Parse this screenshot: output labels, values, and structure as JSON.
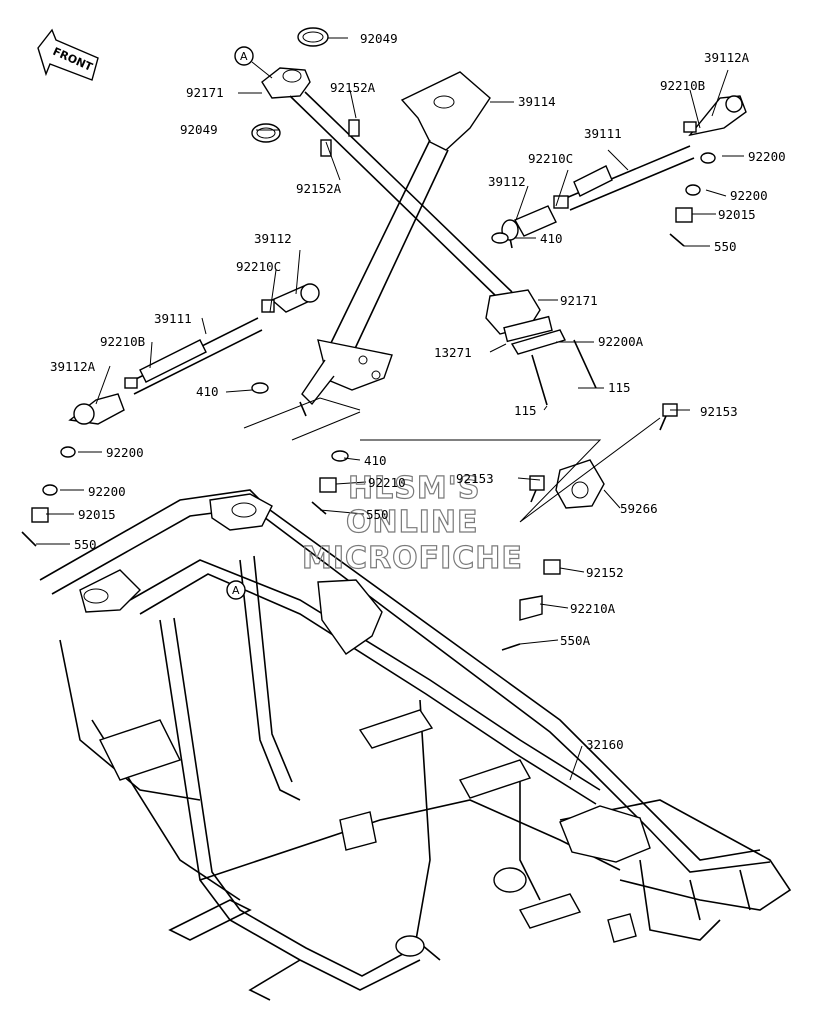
{
  "front_arrow": "FRONT",
  "callout": "A",
  "watermark": [
    "HLSM'S",
    "ONLINE",
    "MICROFICHE"
  ],
  "labels": {
    "p92049_top": "92049",
    "p92171_top": "92171",
    "p92152A_top": "92152A",
    "p92049_mid": "92049",
    "p92152A_low": "92152A",
    "p39114": "39114",
    "p39112A_r": "39112A",
    "p92210B_r": "92210B",
    "p39111_r": "39111",
    "p92200_r1": "92200",
    "p92210C_r": "92210C",
    "p92200_r2": "92200",
    "p39112_r": "39112",
    "p92015_r": "92015",
    "p550_r": "550",
    "p410_r": "410",
    "p92171_r": "92171",
    "p13271": "13271",
    "p92200A": "92200A",
    "p115_a": "115",
    "p115_b": "115",
    "p92153_a": "92153",
    "p39112_l": "39112",
    "p92210C_l": "92210C",
    "p39111_l": "39111",
    "p92210B_l": "92210B",
    "p39112A_l": "39112A",
    "p410_l": "410",
    "p92200_l1": "92200",
    "p92200_l2": "92200",
    "p92015_l": "92015",
    "p550_l": "550",
    "p410_c": "410",
    "p92210_c": "92210",
    "p550_c": "550",
    "p92153_b": "92153",
    "p59266": "59266",
    "p92152": "92152",
    "p92210A": "92210A",
    "p550A": "550A",
    "p32160": "32160"
  }
}
